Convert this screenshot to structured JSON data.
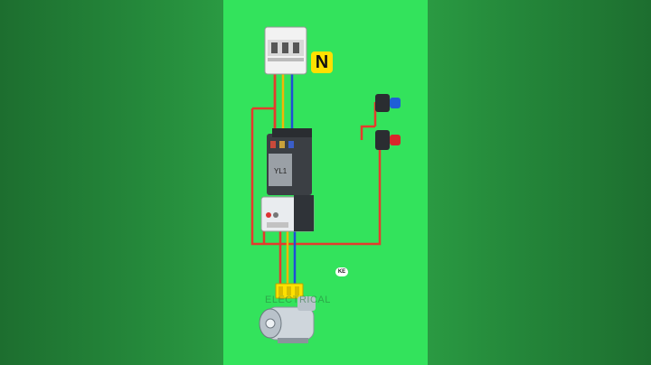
{
  "neutral_label": "N",
  "badge_text": "KE",
  "watermark_text": "ELECTRICAL",
  "colors": {
    "background": "#33e35c",
    "wire_red": "#e53b2c",
    "wire_yellow": "#f2b705",
    "wire_blue": "#1e4fd8",
    "label_yellow": "#ffe000"
  },
  "components": [
    "circuit-breaker",
    "contactor",
    "overload-relay",
    "start-push-button",
    "stop-push-button",
    "terminal-block",
    "motor"
  ]
}
